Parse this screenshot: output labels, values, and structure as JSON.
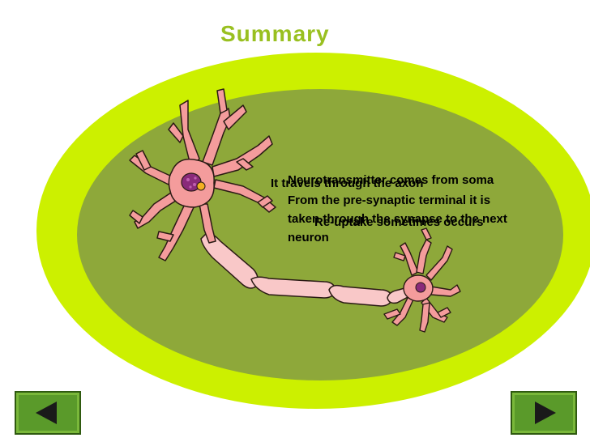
{
  "slide": {
    "title": "Summary",
    "texts": {
      "travels": "It travels through the axon",
      "neurotransmitter": "Neurotransmitter comes from soma",
      "presynaptic_1": "From the pre-synaptic terminal it is",
      "presynaptic_2": "taken through the synapse to the next",
      "presynaptic_3": "neuron",
      "reuptake": "Re-uptake sometimes occurs"
    }
  },
  "colors": {
    "title": "#99c020",
    "outer_oval": "#ccf000",
    "inner_oval": "#8ea83a",
    "neuron_fill": "#f49c9c",
    "neuron_stroke": "#2a1a14",
    "axon_segment": "#f9c8c8",
    "nucleus": "#8a2a7a",
    "nav_button": "#5a9a2a"
  },
  "icons": {
    "previous": "triangle-left-icon",
    "next": "triangle-right-icon"
  }
}
